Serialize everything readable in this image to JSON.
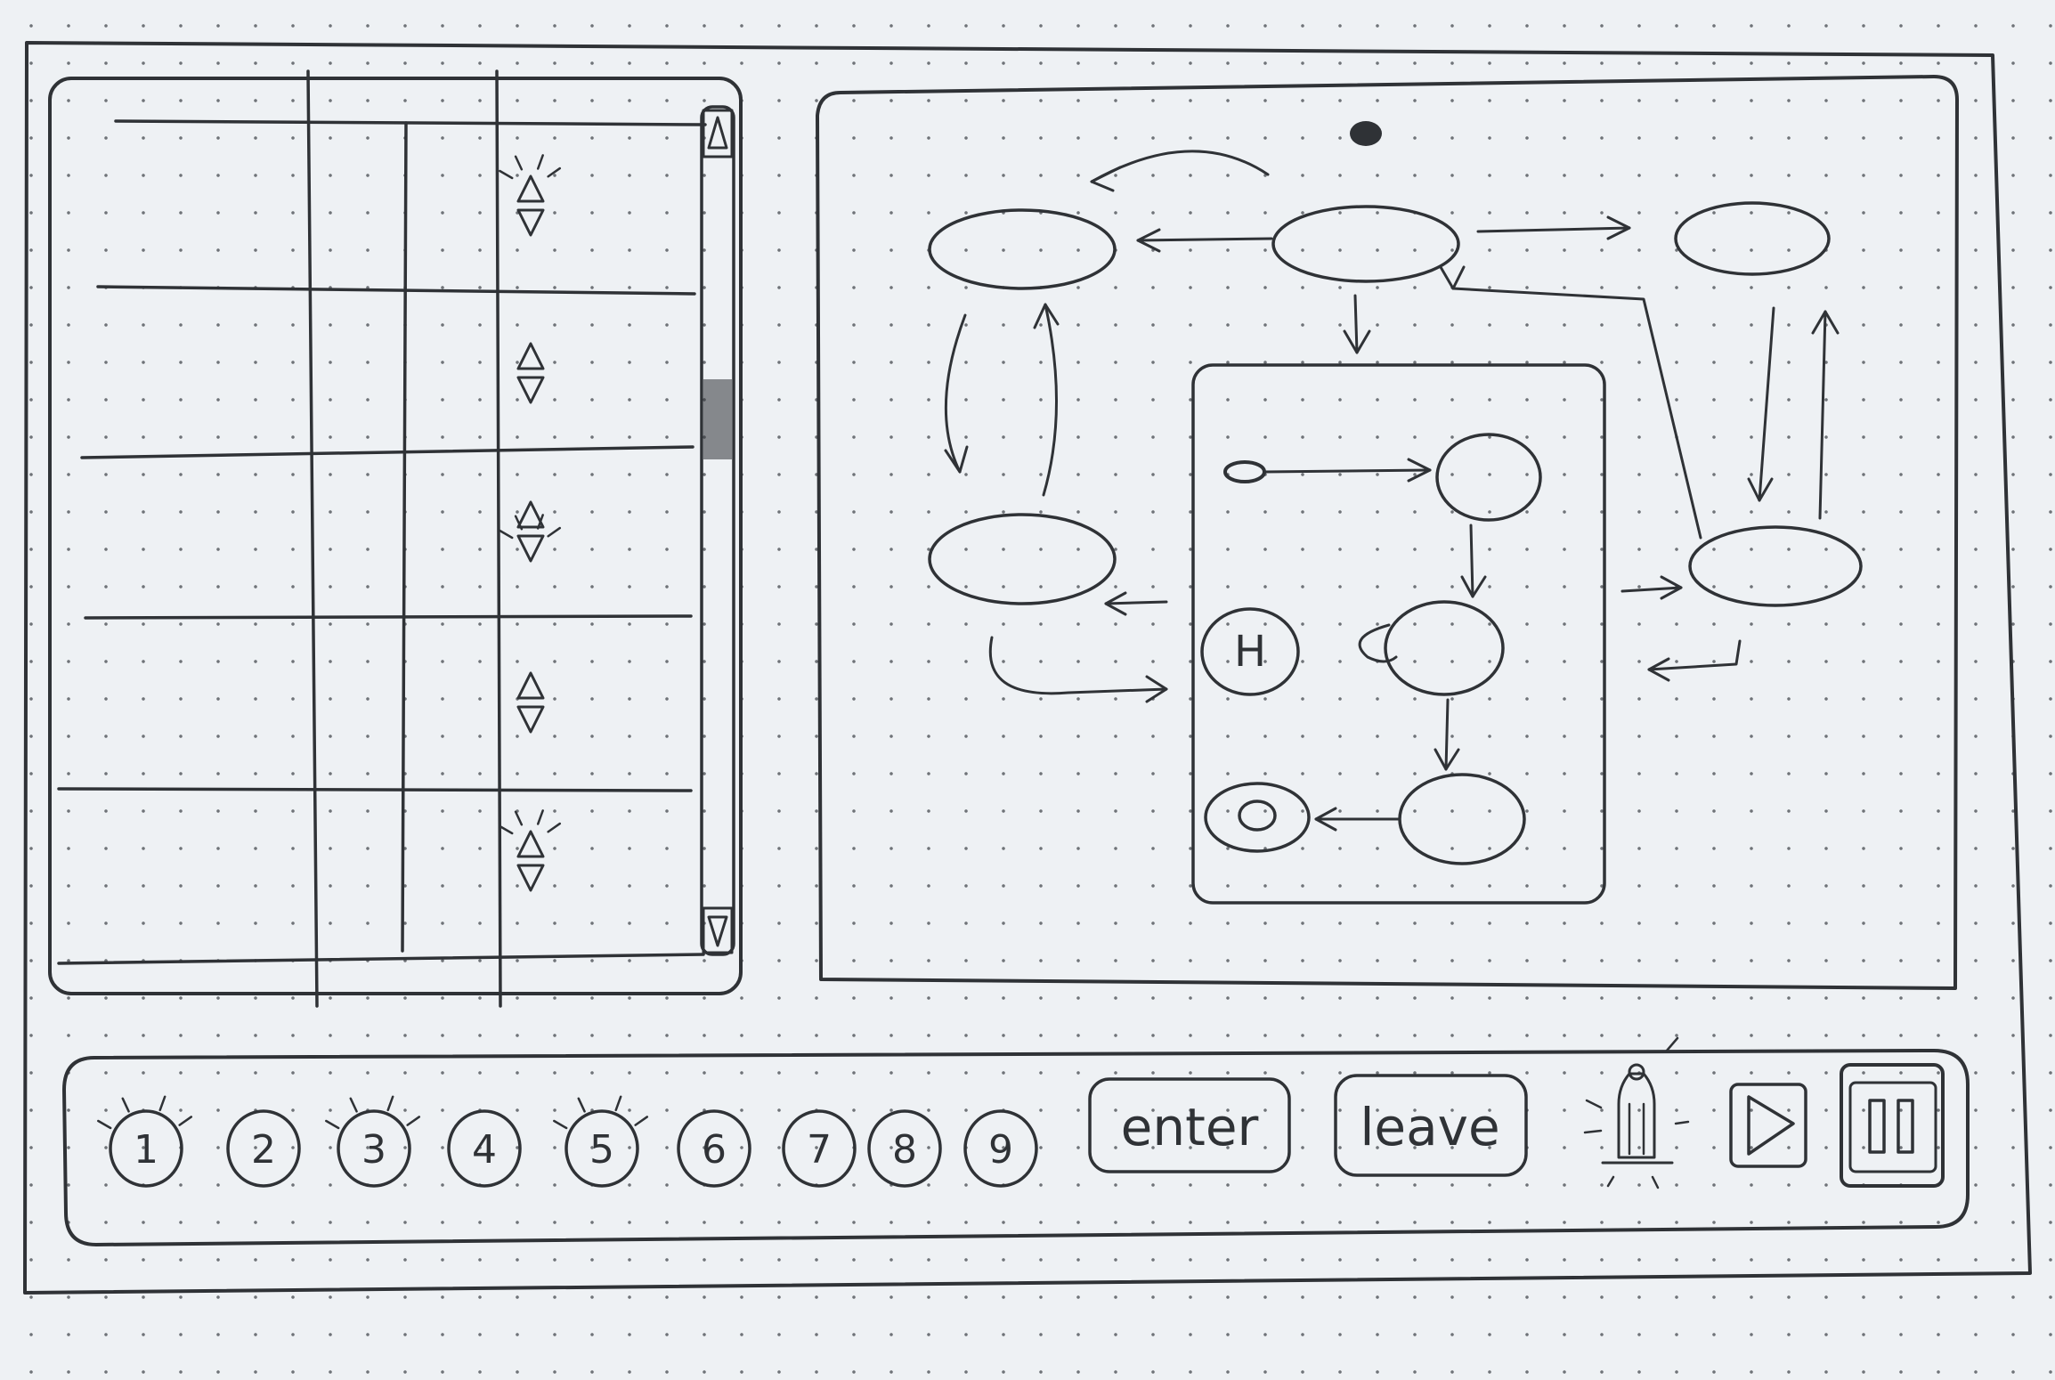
{
  "table": {
    "rows": [
      {
        "up_highlight": true,
        "down_highlight": false
      },
      {
        "up_highlight": false,
        "down_highlight": false
      },
      {
        "up_highlight": false,
        "down_highlight": true
      },
      {
        "up_highlight": false,
        "down_highlight": false
      },
      {
        "up_highlight": true,
        "down_highlight": false
      }
    ]
  },
  "diagram": {
    "initial_node_label": "",
    "history_node_label": "H",
    "final_node_label": ""
  },
  "toolbar": {
    "numbers": [
      {
        "label": "1",
        "highlight": true
      },
      {
        "label": "2",
        "highlight": false
      },
      {
        "label": "3",
        "highlight": true
      },
      {
        "label": "4",
        "highlight": false
      },
      {
        "label": "5",
        "highlight": true
      },
      {
        "label": "6",
        "highlight": false
      },
      {
        "label": "7",
        "highlight": false
      },
      {
        "label": "8",
        "highlight": false
      },
      {
        "label": "9",
        "highlight": false
      }
    ],
    "enter_label": "enter",
    "leave_label": "leave",
    "bell_icon": "bell-icon",
    "play_icon": "play-icon",
    "pause_icon": "pause-icon"
  }
}
